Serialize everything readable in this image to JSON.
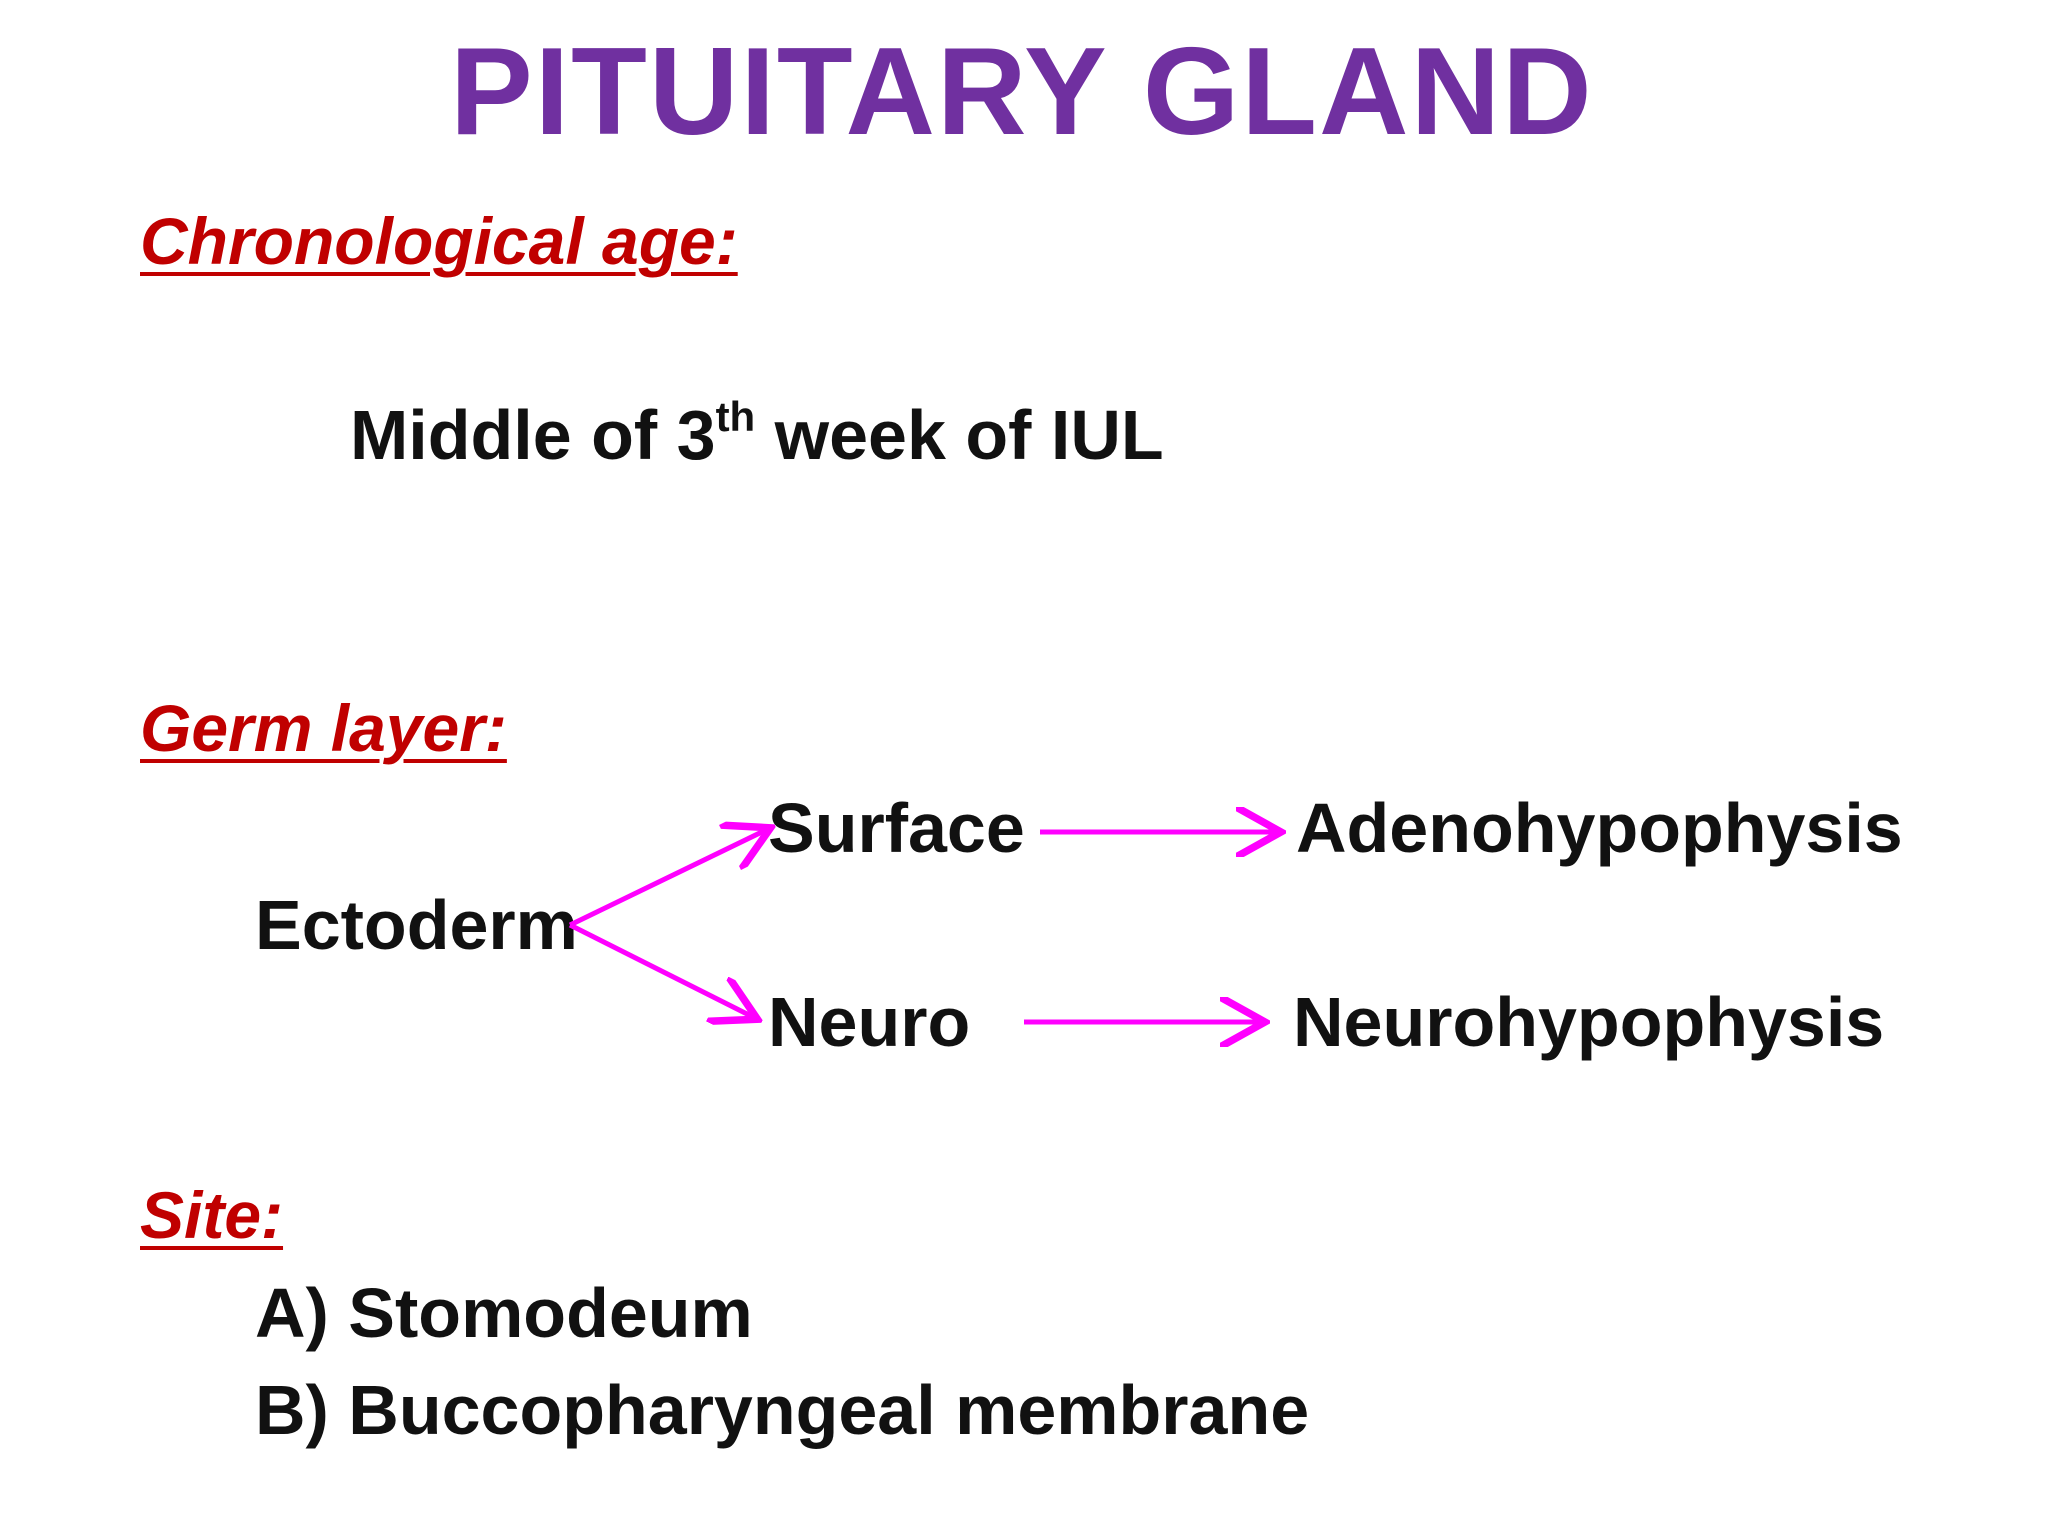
{
  "title": "PITUITARY GLAND",
  "chronological_age": {
    "heading": "Chronological age:",
    "text_prefix": "Middle of 3",
    "text_sup": "th",
    "text_suffix": " week of IUL"
  },
  "germ_layer": {
    "heading": "Germ layer:",
    "source": "Ectoderm",
    "branches": [
      {
        "from": "Surface",
        "to": "Adenohypophysis"
      },
      {
        "from": "Neuro",
        "to": "Neurohypophysis"
      }
    ]
  },
  "site": {
    "heading": "Site:",
    "items": [
      "A) Stomodeum",
      "B) Buccopharyngeal membrane"
    ]
  },
  "colors": {
    "title": "#7030a0",
    "heading": "#c00000",
    "arrow": "#ff00ff"
  }
}
